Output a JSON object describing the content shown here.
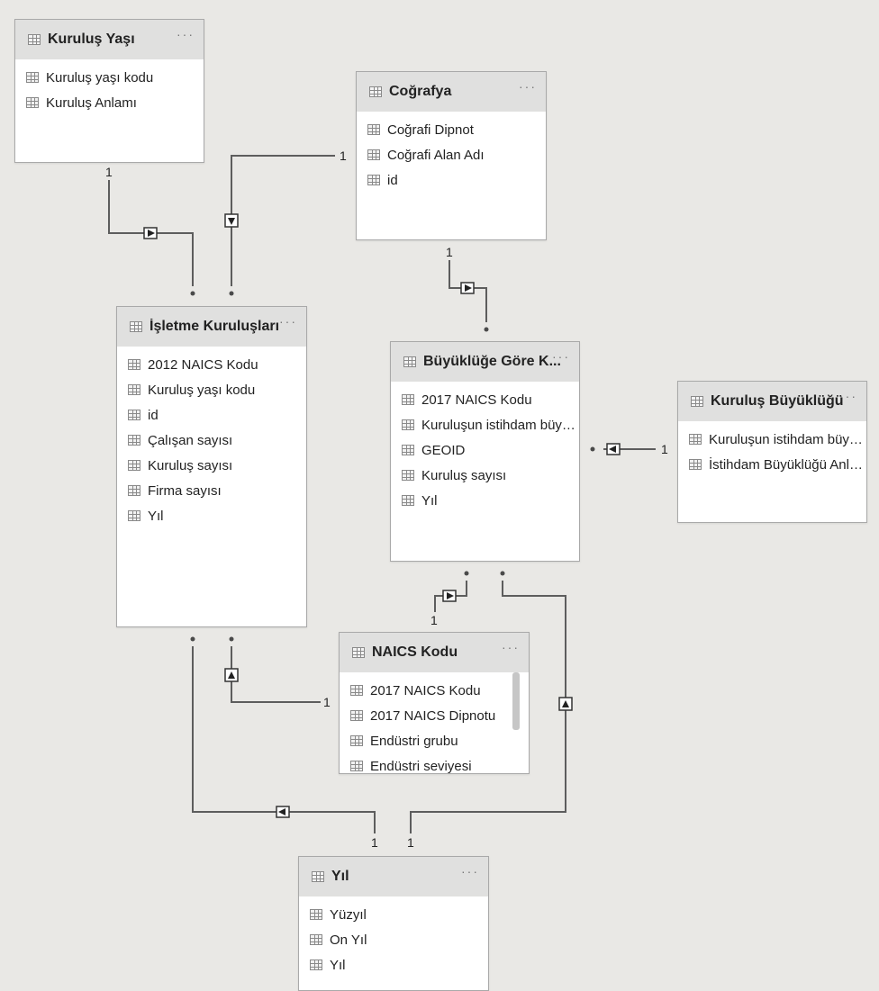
{
  "tables": {
    "kurulus_yasi": {
      "title": "Kuruluş Yaşı",
      "fields": [
        "Kuruluş yaşı kodu",
        "Kuruluş Anlamı"
      ]
    },
    "cografya": {
      "title": "Coğrafya",
      "fields": [
        "Coğrafi Dipnot",
        "Coğrafi Alan Adı",
        "id"
      ]
    },
    "isletme": {
      "title": "İşletme Kuruluşları",
      "fields": [
        "2012 NAICS Kodu",
        "Kuruluş yaşı kodu",
        "id",
        "Çalışan sayısı",
        "Kuruluş sayısı",
        "Firma sayısı",
        "Yıl"
      ]
    },
    "buyukluge": {
      "title": "Büyüklüğe Göre K...",
      "fields": [
        "2017 NAICS Kodu",
        "Kuruluşun istihdam büyükl...",
        "GEOID",
        "Kuruluş sayısı",
        "Yıl"
      ]
    },
    "kurulus_buyuklugu": {
      "title": "Kuruluş Büyüklüğü",
      "fields": [
        "Kuruluşun istihdam büyükl...",
        "İstihdam Büyüklüğü Anlamı"
      ]
    },
    "naics": {
      "title": "NAICS Kodu",
      "fields": [
        "2017 NAICS Kodu",
        "2017 NAICS Dipnotu",
        "Endüstri grubu",
        "Endüstri seviyesi"
      ]
    },
    "yil": {
      "title": "Yıl",
      "fields": [
        "Yüzyıl",
        "On Yıl",
        "Yıl"
      ]
    }
  },
  "more_label": "···",
  "cardinality": {
    "one": "1"
  },
  "icons": {
    "table": "table-icon",
    "field": "field-icon",
    "filter_right": "filter-direction-right-icon",
    "filter_left": "filter-direction-left-icon",
    "filter_up": "filter-direction-up-icon",
    "filter_down": "filter-direction-down-icon"
  }
}
